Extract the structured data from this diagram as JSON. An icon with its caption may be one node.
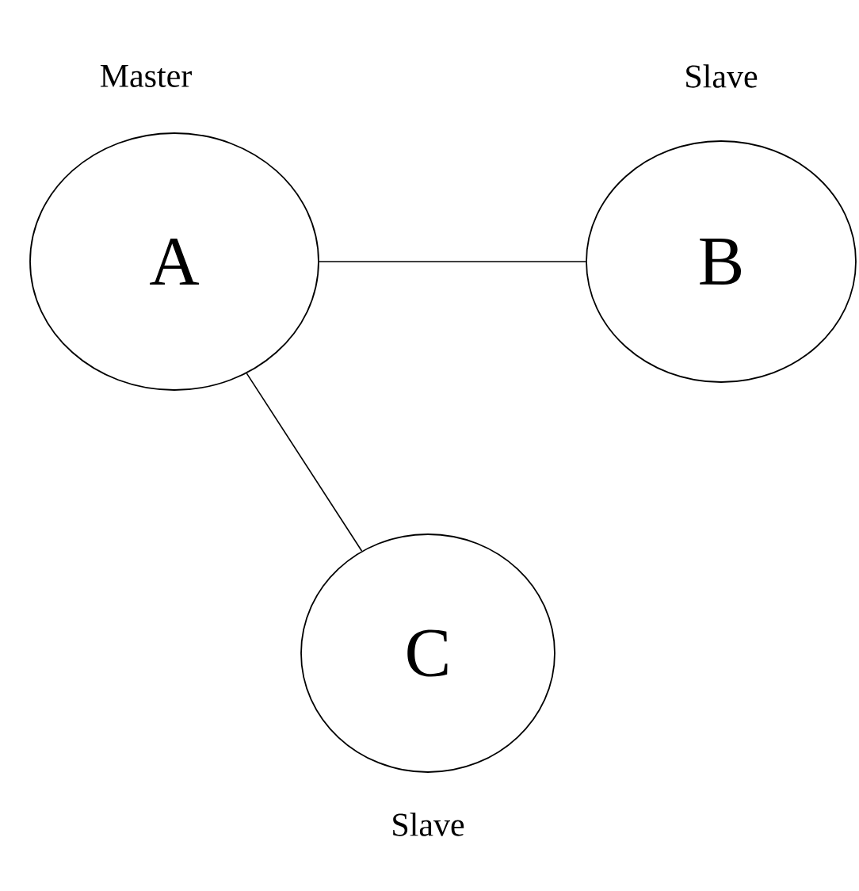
{
  "diagram": {
    "nodes": [
      {
        "text": [
          "A"
        ],
        "beside": [
          "Master"
        ]
      },
      {
        "text": [
          "B"
        ],
        "beside": [
          "Slave"
        ]
      },
      {
        "text": [
          "C"
        ],
        "beside": [
          "Slave"
        ]
      }
    ],
    "edges": [
      {
        "from": 0,
        "to": 1,
        "arrow": "none"
      },
      {
        "from": 0,
        "to": 2,
        "arrow": "none"
      }
    ]
  }
}
